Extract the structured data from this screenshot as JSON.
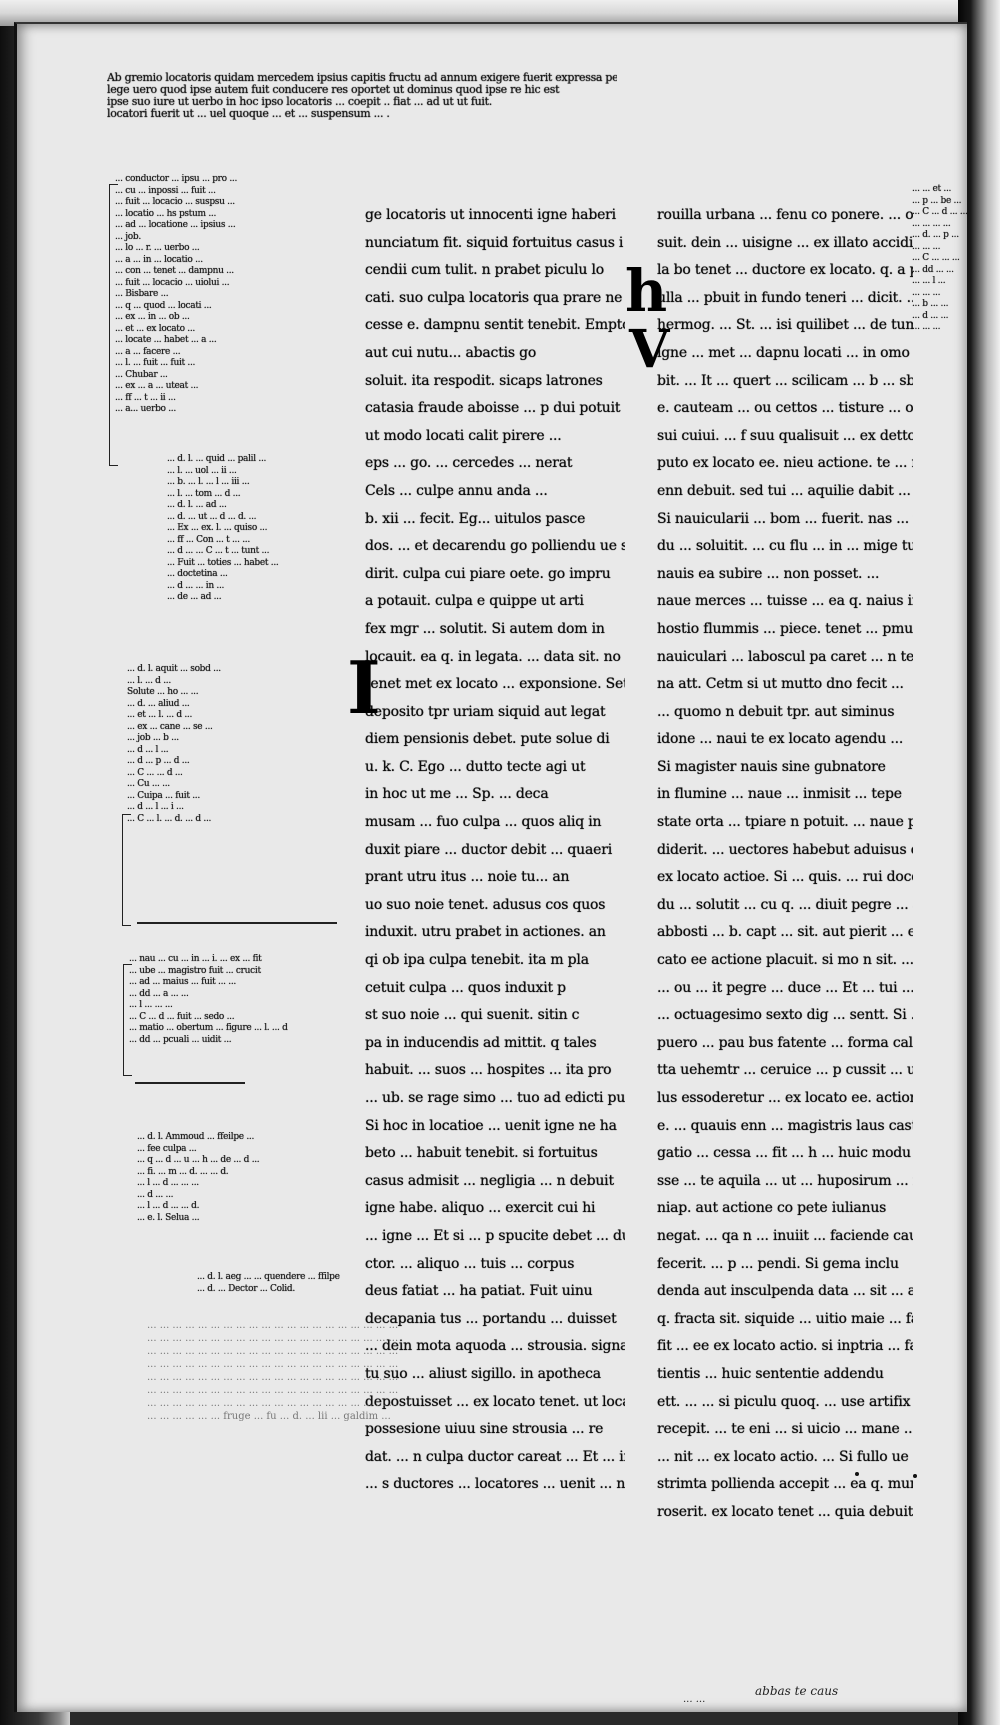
{
  "top_gloss": [
    "Ab gremio locatoris quidam mercedem ipsius capitis fructu ad annum exigere fuerit expressa per",
    "lege uero quod ipse autem fuit conducere res oportet ut dominus quod ipse re hic est",
    "ipse suo iure ut uerbo in hoc ipso locatoris ... coepit .. fiat ... ad ut ut fuit.",
    "locatori fuerit ut ... uel quoque ... et ... suspensum ... ."
  ],
  "column_1": [
    "ge locatoris ut innocenti igne haberi",
    "nunciatum fit. siquid fortuitus casus i",
    "cendii cum tulit. n prabet piculu lo",
    "cati. suo culpa locatoris qua prare ne",
    "cesse e. dampnu sentit tenebit. Emptor",
    "aut cui nutu... abactis go",
    "soluit. ita respodit. sicaps latrones",
    "catasia fraude aboisse ... p dui potuit",
    "ut modo locati calit pirere ...",
    "eps ... go. ... cercedes ... nerat",
    "Cels ... culpe annu anda ...",
    "b. xii ... fecit. Eg...  uitulos pasce",
    "dos. ... et decarendu go polliendu ue s",
    "dirit. culpa cui piare oete. go impru",
    "a potauit. culpa e quippe ut arti",
    "fex mgr ... solutit. Si autem dom in",
    "locauit. ea q. in legata. ... data sit. no",
    "tenet met ex locato ... exponsione. Set",
    "deposito tpr uriam siquid aut legat",
    "diem pensionis debet. pute solue di",
    "u. k. C. Ego ... dutto tecte agi ut",
    "in hoc ut me ... Sp. ... deca",
    "musam ... fuo culpa ... quos aliq in",
    "duxit piare ... ductor debit ... quaeri",
    "prant utru itus ... noie tu... an",
    "uo suo noie tenet. adusus cos quos",
    "induxit. utru prabet in actiones. an",
    "qi ob ipa culpa tenebit. ita m pla",
    "cetuit culpa ... quos induxit p",
    "st suo noie ... qui suenit. sitin c",
    "pa in inducendis ad mittit. q tales",
    "habuit. ... suos ... hospites ... ita pro",
    "... ub. se rage simo ... tuo ad edicti pun",
    "Si hoc in locatioe ... uenit igne ne ha",
    "beto ... habuit tenebit. si fortuitus",
    "casus admisit ... negligia ... n debuit",
    "igne habe. aliquo ... exercit cui hi",
    "... igne ... Et si ... p spucite debet ... du",
    "ctor. ... aliquo ... tuis ... corpus",
    "deus fatiat ... ha patiat. Fuit uinu",
    "decapania tus ... portandu ... duisset",
    "... dein mota aquoda ... strousia. signa",
    "tu suo ... aliust sigillo. in apotheca",
    "depostuisset ... ex locato tenet. ut locato",
    "possesione uiuu sine strousia ... re",
    "dat. ... n culpa ductor careat ... Et ... in",
    "... s ductores ... locatores ... uenit ... ne"
  ],
  "column_2": [
    "rouilla urbana ... fenu co ponere. ... op",
    "suit. dein ... uisigne ... ex illato accidit. ... a",
    "la bo tenet ... ductore ex locato. q. a po cu",
    "ulla ... pbuit in fundo teneri ... dicit. ...",
    "hermog. ... St. ... isi quilibet ... de tumeis",
    "igne ... met ... dapnu locati ... in omo ha",
    "bit. ... It ... quert ... scilicam ... b ... sbel ...",
    "e. cauteam ... ou cettos ... tisture ... orand ... ti",
    "sui cuiui. ... f suu qualisuit ... ex dettori",
    "puto ex locato ee. nieu actione. te ... re",
    "enn debuit. sed tui ... aquilie dabit ...",
    "Si nauicularii ... bom ... fuerit. nas ... ut het",
    "du ... soluitit. ... cu flu ... in ... mige tu in re...",
    "nauis ea subire ... non posset. ...",
    "naue merces ... tuisse ... ea q. naius in",
    "hostio flummis ... piece. tenet ... pmus",
    "nauiculari ... laboscul pa caret ... n te",
    "na att. Cetm si ut mutto dno fecit ...",
    "... quomo n debuit tpr. aut siminus",
    "idone ... naui te ex locato agendu ...",
    "Si magister nauis sine gubnatore",
    "in flumine ... naue ... inmisit ... tepe",
    "state orta ... tpiare n potuit. ... naue p",
    "diderit. ... uectores habebut aduisus ci",
    "ex locato actioe. Si ... quis. ... rui doce",
    "du ... solutit ... cu q. ... diuit pegre ... a",
    "abbosti ... b. capt ... sit. aut pierit ... ex lo",
    "cato ee actione placuit. si mo n sit. ...",
    "... ou ... it pegre ... duce ... Et ... tui ... lib",
    "... octuagesimo sexto dig ... sentt. Si ... sutor",
    "puero ... pau bus fatente ... forma calcei",
    "tta uehemtr ... ceruice ... p cussit ... ut ei ocu",
    "lus essoderetur ... ex locato ee. actione pat",
    "e. ... quauis enn ... magistris laus casti",
    "gatio ... cessa ... fit ... h ... huic modu ... n tenui",
    "sse ... te aquila ... ut ... huposirum ... inui",
    "niap. aut actione co pete iulianus",
    "negat. ... qa n ... inuiit ... faciende causa ... he",
    "fecerit. ... p ... pendi. Si gema inclu",
    "denda aut insculpenda data ... sit ... a",
    "q. fracta sit. siquide ... uitio maie ... facti",
    "fit ... ee ex locato actio. si inptria ... fa",
    "tientis ... huic sententie addendu",
    "ett. ... ... si piculu quoq. ... use artifix",
    "recepit. ... te eni ... si uicio ... mane ... to eu",
    "... nit ... ex locato actio. ... Si fullo ue",
    "strimta pollienda accepit ... ea q. mure",
    "roserit. ex locato tenet ... quia debuit"
  ],
  "initials": {
    "l_initial": "I",
    "h_initial": "h",
    "u_initial": "V"
  },
  "left_margin_top": [
    "... conductor ... ipsu ... pro ...",
    "... cu ... inpossi ... fuit ...",
    "... fuit ... locacio ... suspsu ...",
    "... locatio ... hs pstum ...",
    "... ad ... locatione ... ipsius ...",
    "... job.",
    "... lo ... r. ... uerbo ...",
    "... a ... in ... locatio ...",
    "... con ... tenet ... dampnu ...",
    "... fuit ... locacio ... uiolui ...",
    "... Bisbare ...",
    "... q ... quod ... locati ...",
    "... ex ... in ... ob ...",
    "... et ... ex locato ...",
    "... locate ... habet ... a ...",
    "... a ... facere ...",
    "... l. ... fuit ... fuit ...",
    "... Chubar ...",
    "... ex ... a ... uteat ...",
    "... ff ... t ... ii ...",
    "... a... uerbo ..."
  ],
  "left_margin_mid": [
    "... d. l. ... quid ... palil ...",
    "... l. ... uol ... ii ...",
    "... b. ... l. ... l ... iii ...",
    "... l. ... tom ... d ...",
    "... d. l. ... ad ...",
    "... d. ... ut ... d ... d. ...",
    "... Ex ... ex. l. ... quiso ...",
    "... ff ... Con ... t ... ...",
    "... d ... ... C ... t ... tunt ...",
    "... Fuit ... toties ... habet ...",
    "... doctetina ...",
    "... d ... ... in ...",
    "... de ... ad ..."
  ],
  "left_margin_lower": [
    "... d. l. aquit ... sobd ...",
    "... l. ... d ...",
    "Solute ... ho ... ...",
    "... d. ... aliud ...",
    "... et ... l. ... d ...",
    "... ex ... cane ... se ...",
    "... job ... b ...",
    "... d ... l ...",
    "... d ... p ... d ...",
    "... C ... ... d ...",
    "... Cu ... ...",
    "... Cuipa ... fuit ...",
    "... d ... l ... i ...",
    "... C ... l. ... d. ... d ..."
  ],
  "left_margin_flourish_block": [
    "... nau ... cu ... in ... i. ... ex ... fit",
    "... ube ... magistro fuit ... crucit",
    "... ad ... maius ... fuit ... ...",
    "... dd ... a ... ...",
    "... l ... ... ...",
    "... C ... d ... fuit ... sedo ...",
    "... matio ... obertum ... figure ... l. ... d",
    "... dd ... pcuali ... uidit ..."
  ],
  "left_margin_bottom": [
    "... d. l. Ammoud ... ffeilpe ...",
    "... fee culpa ...",
    "... q ... d ... u ... h ... de ... d ...",
    "... fi. ... m ... d. ... ... d.",
    "... l ... d ... ... ...",
    "... d ... ...",
    "... l ... d ... ... d.",
    "... e. l. Selua ..."
  ],
  "left_margin_notes_end": [
    "... d. l. aeg ... ... quendere ... ffilpe",
    "... d. ... Dector ... Colid."
  ],
  "right_margin": [
    "... ... et ...",
    "... p ... be ...",
    "... C ... d ... ...",
    "... ... ... ...",
    "... d. ... p ...",
    "... ... ...",
    "... C ... ... ...",
    "... dd ... ...",
    "... ... l ...",
    "... ... ...",
    "... b ... ...",
    "... d ... ...",
    "... ... ..."
  ],
  "bottom_gloss": [
    "... ... ... ... ... ... ... ... ... ... ... ... ... ... ... ... ... ... ... ...",
    "... ... ... ... ... ... ... ... ... ... ... ... ... ... ... ... ... ... ... ...",
    "... ... ... ... ... ... ... ... ... ... ... ... ... ... ... ... ... ... ... ...",
    "... ... ... ... ... ... ... ... ... ... ... ... ... ... ... ... ... ... ... ...",
    "... ... ... ... ... ... ... ... ... ... ... ... ... ... ... ... ... ... ... ...",
    "... ... ... ... ... ... ... ... ... ... ... ... ... ... ... ... ... ... ... ...",
    "... ... ... ... ... ... ... ... ... ... ... ... ... ... ... ... ... ... ... ...",
    "... ... ... ... ... ... fruge ... fu ... d. ...  lii ... galdim ..."
  ],
  "footer": {
    "folio": "abbas te caus",
    "catch": "... ..."
  }
}
